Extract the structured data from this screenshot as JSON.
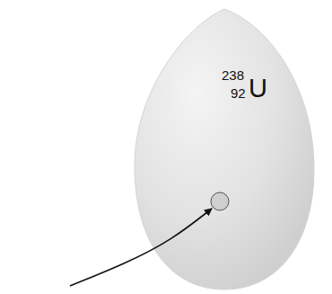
{
  "diagram": {
    "nodes": [
      {
        "text": [
          "238",
          "92",
          "U"
        ]
      }
    ]
  }
}
